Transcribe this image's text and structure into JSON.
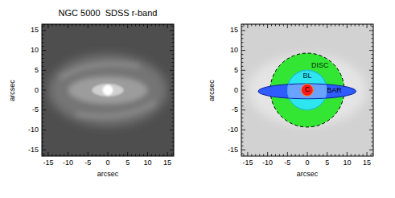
{
  "diagram": {
    "title": "NGC 5000  SDSS r-band",
    "nodes": [
      {
        "text": [
          "DISC"
        ]
      },
      {
        "text": [
          "BL"
        ],
        "in": 0
      },
      {
        "text": [
          "C"
        ],
        "in": 1
      },
      {
        "text": [
          "BAR"
        ]
      }
    ],
    "labels": [
      "15",
      "10",
      "5",
      "0",
      "-5",
      "-10",
      "-15",
      "arcsec",
      "-15",
      "-10",
      "-5",
      "0",
      "5",
      "10",
      "15",
      "arcsec",
      "15",
      "10",
      "5",
      "0",
      "-5",
      "-10",
      "-15",
      "arcsec",
      "-15",
      "-10",
      "-5",
      "0",
      "5",
      "10",
      "15",
      "arcsec"
    ]
  }
}
